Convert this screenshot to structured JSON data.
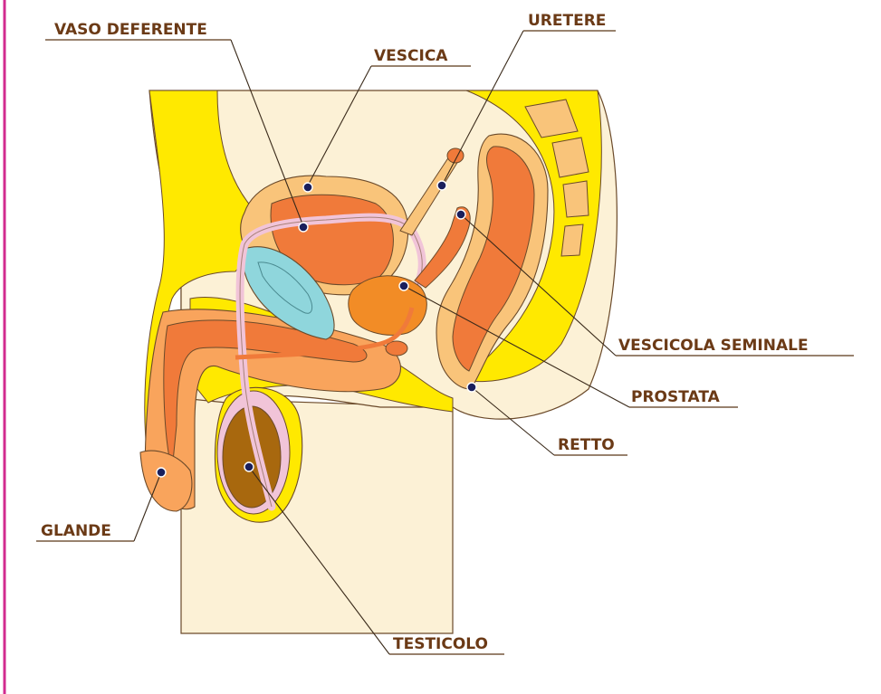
{
  "labels": {
    "vaso_deferente": "VASO DEFERENTE",
    "vescica": "VESCICA",
    "uretere": "URETERE",
    "vescicola_seminale": "VESCICOLA SEMINALE",
    "prostata": "PROSTATA",
    "retto": "RETTO",
    "glande": "GLANDE",
    "testicolo": "TESTICOLO"
  },
  "colors": {
    "frame_border": "#d22b8f",
    "label_text": "#6b3a16",
    "skin": "#fcf1d6",
    "fat": "#ffe900",
    "tissue_orange": "#f07a3a",
    "tissue_light": "#f9a45c",
    "bladder_blue": "#8fd6dc",
    "duct_pink": "#f1c4d8",
    "testis_brown": "#a8680e",
    "marker": "#1a1f5c"
  }
}
